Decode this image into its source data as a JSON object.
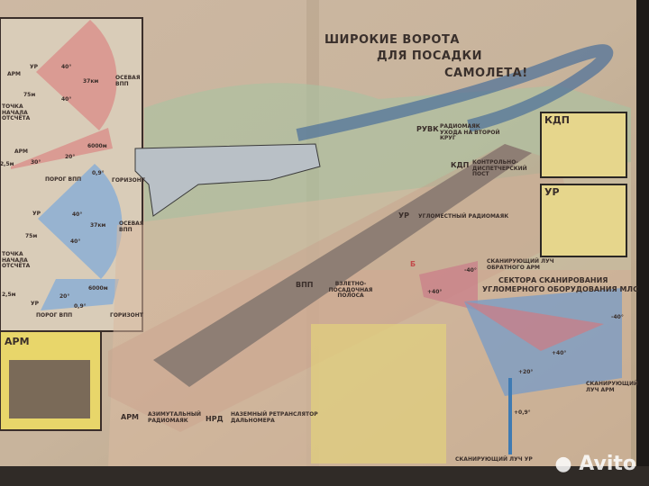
{
  "poster": {
    "title_lines": [
      "ШИРОКИЕ ВОРОТА",
      "ДЛЯ ПОСАДКИ",
      "САМОЛЕТА!"
    ],
    "left_panel": {
      "azimuth_red": {
        "arm": "АРМ",
        "ur": "УР",
        "dist_75": "75м",
        "dist_37": "37км",
        "angle_up": "40°",
        "angle_down": "40°",
        "axis": "ОСЕВАЯ ВПП",
        "origin": "ТОЧКА НАЧАЛА ОТСЧЁТА"
      },
      "elevation_red": {
        "arm": "АРМ",
        "h": "2,5м",
        "angle_small": "30°",
        "angle_big": "20°",
        "height": "6000м",
        "angle_low": "0,9°",
        "threshold": "ПОРОГ ВПП",
        "horizon": "ГОРИЗОНТ"
      },
      "azimuth_blue": {
        "ur": "УР",
        "dist_75": "75м",
        "dist_37": "37км",
        "angle_up": "40°",
        "angle_down": "40°",
        "axis": "ОСЕВАЯ ВПП",
        "origin": "ТОЧКА НАЧАЛА ОТСЧЁТА"
      },
      "elevation_blue": {
        "h": "2,5м",
        "ur": "УР",
        "angle": "20°",
        "height": "6000м",
        "angle_low": "0,9°",
        "threshold": "ПОРОГ ВПП",
        "horizon": "ГОРИЗОНТ"
      },
      "arm_box": "АРМ"
    },
    "scene_labels": {
      "ruvk": "РУВК",
      "ruvk_desc": "РАДИОМАЯК УХОДА НА ВТОРОЙ КРУГ",
      "kdp": "КДП",
      "kdp_desc": "КОНТРОЛЬНО-ДИСПЕТЧЕРСКИЙ ПОСТ",
      "ur": "УР",
      "ur_desc": "УГЛОМЕСТНЫЙ РАДИОМАЯК",
      "vpp": "ВПП",
      "vpp_desc": "ВЗЛЕТНО-ПОСАДОЧНАЯ ПОЛОСА",
      "arm": "АРМ",
      "arm_desc": "АЗИМУТАЛЬНЫЙ РАДИОМАЯК",
      "nrd": "НРД",
      "nrd_desc": "НАЗЕМНЫЙ РЕТРАНСЛЯТОР ДАЛЬНОМЕРА"
    },
    "inset_kdp": "КДП",
    "inset_ur": "УР",
    "inset_b": "Б",
    "sector": {
      "title_lines": [
        "СЕКТОРА СКАНИРОВАНИЯ",
        "УГЛОМЕРНОГО ОБОРУДОВАНИЯ МЛС"
      ],
      "back_beam": "СКАНИРУЮЩИЙ ЛУЧ ОБРАТНОГО АРМ",
      "arm_beam": "СКАНИРУЮЩИЙ ЛУЧ АРМ",
      "ur_beam": "СКАНИРУЮЩИЙ ЛУЧ УР",
      "angles": [
        "-40°",
        "+40°",
        "-40°",
        "+40°",
        "+20°",
        "+0,9°"
      ]
    },
    "watermark": "Avito"
  }
}
